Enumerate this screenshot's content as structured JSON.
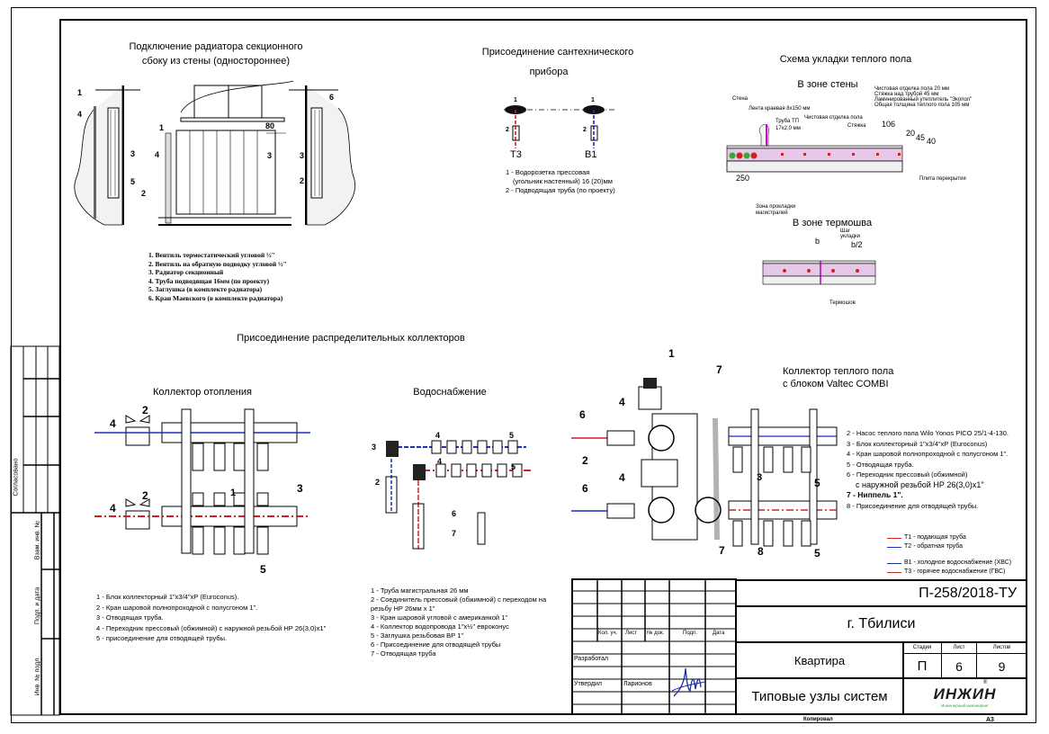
{
  "section_radiator": {
    "title_line1": "Подключение радиатора секционного",
    "title_line2": "сбоку из стены (одностороннее)",
    "dimension": "80",
    "callouts": [
      "1",
      "2",
      "3",
      "4",
      "5",
      "6"
    ],
    "legend": [
      "1. Вентиль термостатический угловой ½\"",
      "2. Вентиль на обратную подводку угловой ½\"",
      "3. Радиатор секционный",
      "4. Труба подводящая 16мм (по проекту)",
      "5. Заглушка (в комплекте радиатора)",
      "6. Кран Маевского (в комплекте радиатора)"
    ]
  },
  "section_fixture": {
    "title_line1": "Присоединение сантехнического",
    "title_line2": "прибора",
    "label_hot": "Т3",
    "label_cold": "В1",
    "callout_1": "1",
    "callout_2": "2",
    "legend": [
      "1 - Водорозетка прессовая",
      "(угольник настенный) 16 (20)мм",
      "2 - Подводящая труба (по проекту)"
    ]
  },
  "section_floor": {
    "title": "Схема укладки теплого пола",
    "subtitle_wall": "В зоне стены",
    "subtitle_joint": "В зоне термошва",
    "notes": [
      "Чистовая отделка пола 20 мм",
      "Стяжка над трубой 45 мм",
      "Ламинированный утеплитель \"Экопол\"",
      "Общая толщина теплого пола 105 мм"
    ],
    "labels": {
      "wall": "Стена",
      "tape": "Лента краевая 8х150 мм",
      "pipe": "Труба ТП",
      "pipe_size": "17х2,0 мм",
      "finish": "Чистовая отделка пола",
      "screed": "Стяжка",
      "slab": "Плита перекрытия",
      "zone": "Зона прокладки",
      "zone2": "магистралей",
      "step": "Шаг",
      "step2": "укладки",
      "joint": "Термошов"
    },
    "dims": {
      "total": "106",
      "d20": "20",
      "d45": "45",
      "d40": "40",
      "d250": "250",
      "b": "b",
      "b2": "b/2"
    }
  },
  "section_collectors_title": "Присоединение распределительных коллекторов",
  "section_heating": {
    "title": "Коллектор отопления",
    "callouts": {
      "c1": "1",
      "c2a": "2",
      "c2b": "2",
      "c3": "3",
      "c4a": "4",
      "c4b": "4",
      "c5": "5"
    },
    "legend": [
      "1 - Блок коллекторный  1\"х3/4\"хР (Euroconus).",
      "2 - Кран шаровой полнопроходной с полусгоном 1\".",
      "3 -  Отводящая труба.",
      "4 - Переходник прессовый (обжимной) с наружной резьбой НР 26(3,0)х1\"",
      "5 - присоединение для отводящей трубы."
    ]
  },
  "section_water": {
    "title": "Водоснабжение",
    "callouts": {
      "c2": "2",
      "c3": "3",
      "c4a": "4",
      "c4b": "4",
      "c5a": "5",
      "c5b": "5",
      "c6": "6",
      "c7": "7"
    },
    "legend": [
      "1 - Труба магистральная 26 мм",
      "2 - Соединитель прессовый (обжимной)  с переходом на",
      "резьбу НР 26мм х 1\"",
      "3 - Кран шаровой угловой с американкой 1\"",
      "4 - Коллектор водопровода 1\"х½\" евроконус",
      "5 - Заглушка резьбовая ВР 1\"",
      "6 - Присоединение для отводящей трубы",
      "7 - Отводящая труба"
    ]
  },
  "section_floor_collector": {
    "title_line1": "Коллектор теплого пола",
    "title_line2": "с блоком Valtec COMBI",
    "callouts": {
      "c1": "1",
      "c2": "2",
      "c3": "3",
      "c4a": "4",
      "c4b": "4",
      "c5a": "5",
      "c5b": "5",
      "c6a": "6",
      "c6b": "6",
      "c7a": "7",
      "c7b": "7",
      "c8": "8"
    },
    "legend": [
      "2 - Насос теплого пола Wilo Yonos PICO 25/1-4-130.",
      "3 - Блок коллекторный  1\"х3/4\"хР (Euroconus)",
      "4 - Кран шаровой полнопроходной с полусгоном 1\".",
      "5 - Отводящая труба.",
      "6 - Переходник прессовый (обжимной)",
      "с наружной резьбой НР 26(3,0)х1\"",
      "7 - Ниппель 1\".",
      "8 - Присоединение для отводящей трубы."
    ]
  },
  "pipe_legend": [
    {
      "label": "Т1 - подающая труба",
      "color": "#d42020"
    },
    {
      "label": "Т2 - обратная труба",
      "color": "#2030c0"
    },
    {
      "label": "В1 - холодное водоснабжение (ХВС)",
      "color": "#1a2a9a"
    },
    {
      "label": "Т3 - горячее водоснабжение (ГВС)",
      "color": "#b03030"
    }
  ],
  "colors": {
    "hot": "#d42020",
    "cold": "#1f2fbf",
    "logo": "#1a1a1a",
    "logo_sub": "#2fae3a",
    "insulation": "#e8c8e8",
    "signature": "#1b2aa8"
  },
  "side_stamp": {
    "agreed": "Согласовано",
    "inv_replace": "Взам. инв. №",
    "sign_date": "Подп. и дата",
    "inv_orig": "Инв. № подл."
  },
  "title_block": {
    "doc_code": "П-258/2018-ТУ",
    "city": "г. Тбилиси",
    "object": "Квартира",
    "sheet_title": "Типовые узлы систем",
    "stage_label": "Стадия",
    "sheet_label": "Лист",
    "sheets_label": "Листов",
    "stage": "П",
    "sheet": "6",
    "sheets": "9",
    "headers": [
      "Кол. уч.",
      "Лист",
      "№ док.",
      "Подп.",
      "Дата"
    ],
    "developed": "Разработал",
    "approved": "Утвердил",
    "approver": "Ларионов",
    "logo": "ИНЖИН",
    "logo_sub": "Инженерный инжиниринг",
    "copied": "Копировал",
    "format": "А3"
  }
}
